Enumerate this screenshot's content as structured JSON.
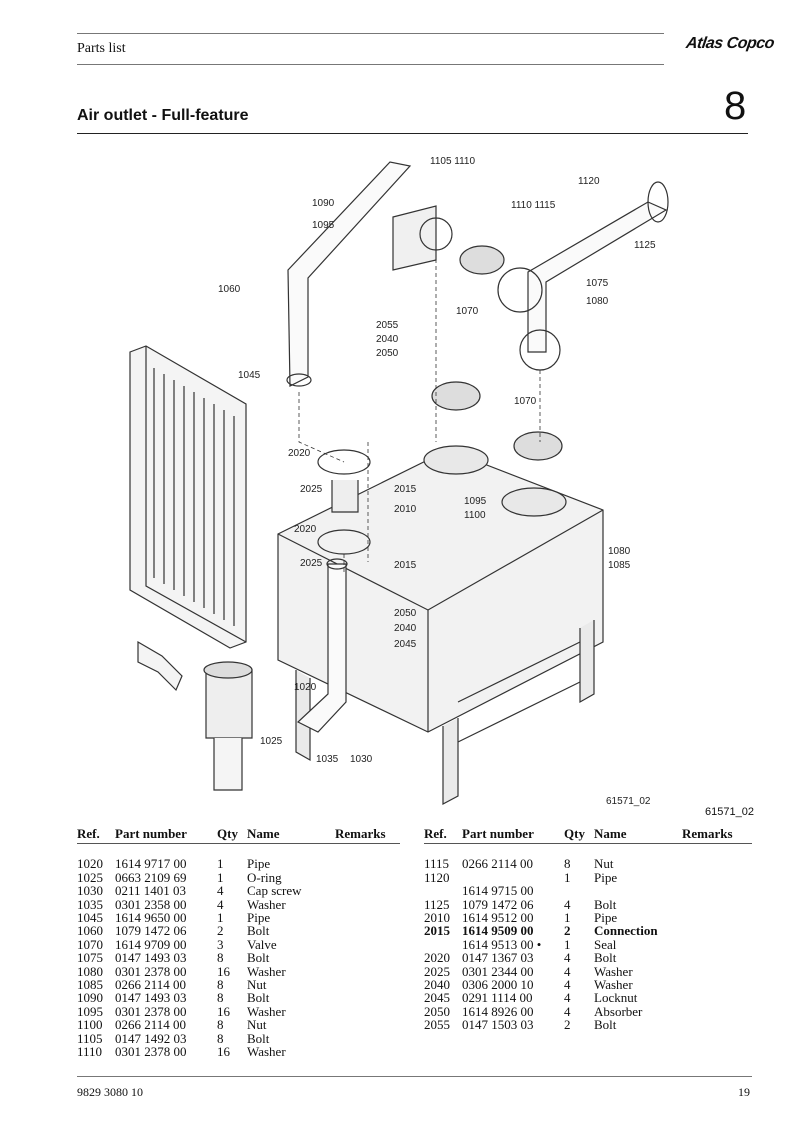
{
  "header": {
    "title": "Parts list",
    "logo": "Atlas Copco"
  },
  "section": {
    "title": "Air outlet - Full-feature",
    "chapter": "8"
  },
  "figure": {
    "id_in_drawing": "61571_02",
    "id_caption": "61571_02",
    "callouts": [
      "1105",
      "1110",
      "1120",
      "1090",
      "1095",
      "1110",
      "1115",
      "1125",
      "1060",
      "1075",
      "1080",
      "1070",
      "2055",
      "2040",
      "2050",
      "1045",
      "1070",
      "2020",
      "2025",
      "2015",
      "1095",
      "1100",
      "2010",
      "2020",
      "2025",
      "2015",
      "1080",
      "1085",
      "2050",
      "2040",
      "2045",
      "1020",
      "1025",
      "1035",
      "1030"
    ]
  },
  "table": {
    "headers": {
      "ref": "Ref.",
      "part": "Part number",
      "qty": "Qty",
      "name": "Name",
      "remarks": "Remarks"
    },
    "left": [
      {
        "ref": "1020",
        "part": "1614 9717 00",
        "qty": "1",
        "name": "Pipe"
      },
      {
        "ref": "1025",
        "part": "0663 2109 69",
        "qty": "1",
        "name": "O-ring"
      },
      {
        "ref": "1030",
        "part": "0211 1401 03",
        "qty": "4",
        "name": "Cap screw"
      },
      {
        "ref": "1035",
        "part": "0301 2358 00",
        "qty": "4",
        "name": "Washer"
      },
      {
        "ref": "1045",
        "part": "1614 9650 00",
        "qty": "1",
        "name": "Pipe"
      },
      {
        "ref": "1060",
        "part": "1079 1472 06",
        "qty": "2",
        "name": "Bolt"
      },
      {
        "ref": "1070",
        "part": "1614 9709 00",
        "qty": "3",
        "name": "Valve"
      },
      {
        "ref": "1075",
        "part": "0147 1493 03",
        "qty": "8",
        "name": "Bolt"
      },
      {
        "ref": "1080",
        "part": "0301 2378 00",
        "qty": "16",
        "name": "Washer"
      },
      {
        "ref": "1085",
        "part": "0266 2114 00",
        "qty": "8",
        "name": "Nut"
      },
      {
        "ref": "1090",
        "part": "0147 1493 03",
        "qty": "8",
        "name": "Bolt"
      },
      {
        "ref": "1095",
        "part": "0301 2378 00",
        "qty": "16",
        "name": "Washer"
      },
      {
        "ref": "1100",
        "part": "0266 2114 00",
        "qty": "8",
        "name": "Nut"
      },
      {
        "ref": "1105",
        "part": "0147 1492 03",
        "qty": "8",
        "name": "Bolt"
      },
      {
        "ref": "1110",
        "part": "0301 2378 00",
        "qty": "16",
        "name": "Washer"
      }
    ],
    "right": [
      {
        "ref": "1115",
        "part": "0266 2114 00",
        "qty": "8",
        "name": "Nut"
      },
      {
        "ref": "1120",
        "part": "",
        "qty": "1",
        "name": "Pipe"
      },
      {
        "ref": "",
        "part": "1614 9715 00",
        "qty": "",
        "name": ""
      },
      {
        "ref": "1125",
        "part": "1079 1472 06",
        "qty": "4",
        "name": "Bolt"
      },
      {
        "ref": "2010",
        "part": "1614 9512 00",
        "qty": "1",
        "name": "Pipe"
      },
      {
        "ref": "2015",
        "part": "1614 9509 00",
        "qty": "2",
        "name": "Connection",
        "bold": true
      },
      {
        "ref": "",
        "part": "1614 9513 00 •",
        "qty": "1",
        "name": "Seal"
      },
      {
        "ref": "2020",
        "part": "0147 1367 03",
        "qty": "4",
        "name": "Bolt"
      },
      {
        "ref": "2025",
        "part": "0301 2344 00",
        "qty": "4",
        "name": "Washer"
      },
      {
        "ref": "2040",
        "part": "0306 2000 10",
        "qty": "4",
        "name": "Washer"
      },
      {
        "ref": "2045",
        "part": "0291 1114 00",
        "qty": "4",
        "name": "Locknut"
      },
      {
        "ref": "2050",
        "part": "1614 8926 00",
        "qty": "4",
        "name": "Absorber"
      },
      {
        "ref": "2055",
        "part": "0147 1503 03",
        "qty": "2",
        "name": "Bolt"
      }
    ]
  },
  "footer": {
    "doc_number": "9829 3080 10",
    "page": "19"
  }
}
